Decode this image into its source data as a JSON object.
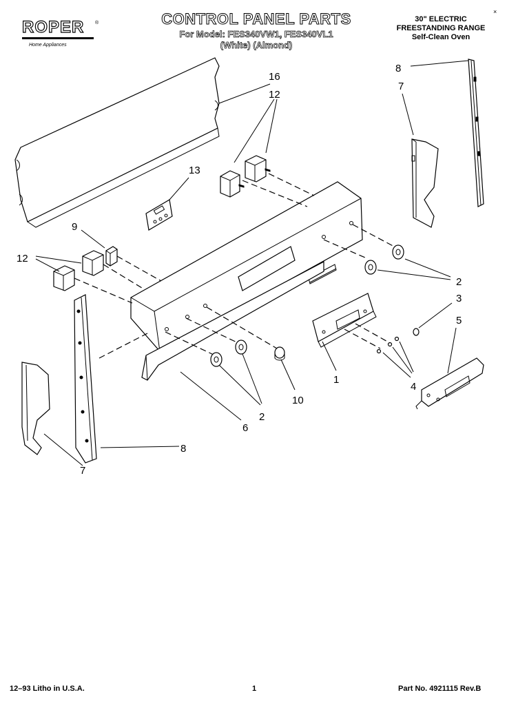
{
  "header": {
    "brand": "ROPER",
    "brand_tm": "®",
    "brand_sub": "Home Appliances",
    "title": "CONTROL PANEL PARTS",
    "model_line": "For Model: FES340VW1, FES340VL1",
    "color_line": "(White)   (Almond)",
    "range_line1": "30\" ELECTRIC",
    "range_line2": "FREESTANDING RANGE",
    "range_line3": "Self-Clean Oven",
    "corner_mark": "×"
  },
  "footer": {
    "left": "12–93  Litho in U.S.A.",
    "page": "1",
    "part_no": "Part No. 4921115 Rev.B"
  },
  "callouts": {
    "c16": "16",
    "c12a": "12",
    "c13": "13",
    "c9": "9",
    "c12b": "12",
    "c8a": "8",
    "c7a": "7",
    "c2a": "2",
    "c3": "3",
    "c5": "5",
    "c1": "1",
    "c4": "4",
    "c10": "10",
    "c2b": "2",
    "c6": "6",
    "c8b": "8",
    "c7b": "7"
  }
}
